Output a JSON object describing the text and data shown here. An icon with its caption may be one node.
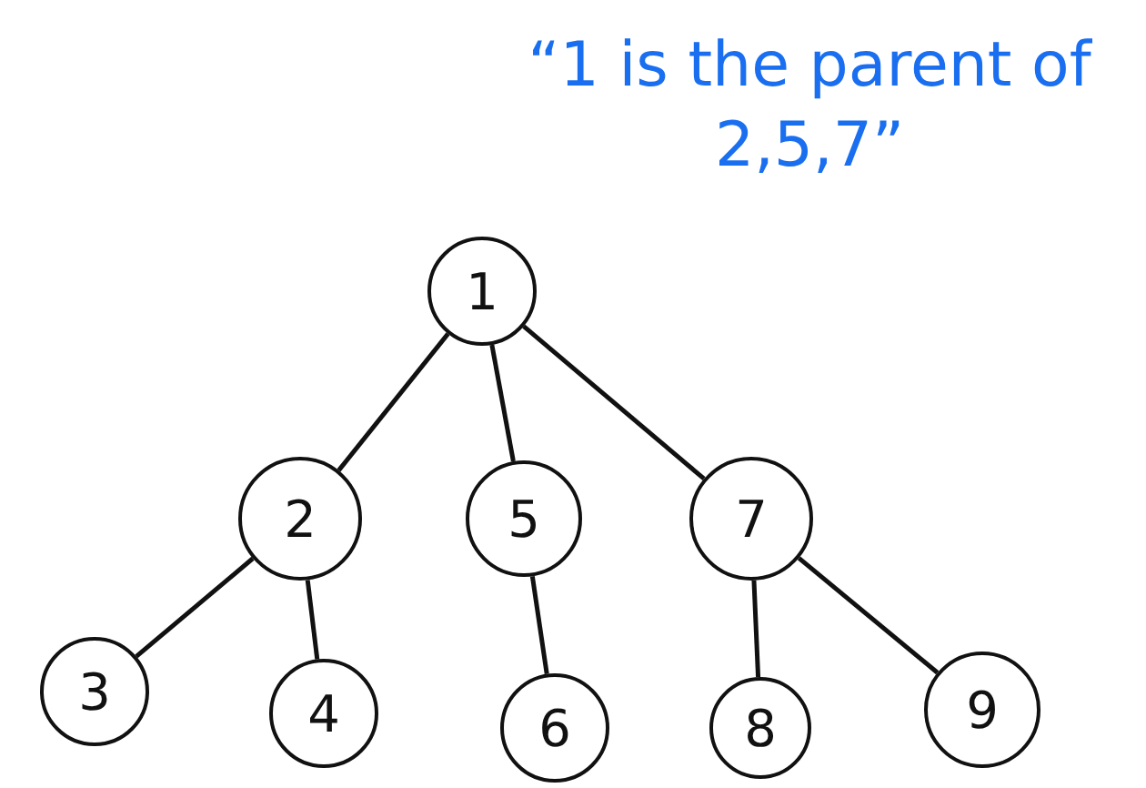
{
  "diagram": {
    "nodes": [
      {
        "text": [
          "1"
        ]
      },
      {
        "text": [
          "2"
        ]
      },
      {
        "text": [
          "5"
        ]
      },
      {
        "text": [
          "7"
        ]
      },
      {
        "text": [
          "3"
        ]
      },
      {
        "text": [
          "4"
        ]
      },
      {
        "text": [
          "6"
        ]
      },
      {
        "text": [
          "8"
        ]
      },
      {
        "text": [
          "9"
        ]
      }
    ],
    "edges": [
      {
        "from": 0,
        "to": 1,
        "arrow": "none"
      },
      {
        "from": 0,
        "to": 2,
        "arrow": "none"
      },
      {
        "from": 0,
        "to": 3,
        "arrow": "none"
      },
      {
        "from": 1,
        "to": 4,
        "arrow": "none"
      },
      {
        "from": 1,
        "to": 5,
        "arrow": "none"
      },
      {
        "from": 2,
        "to": 6,
        "arrow": "none"
      },
      {
        "from": 3,
        "to": 7,
        "arrow": "none"
      },
      {
        "from": 3,
        "to": 8,
        "arrow": "none"
      }
    ],
    "labels": [
      "“1 is the parent of 2,5,7”"
    ]
  }
}
